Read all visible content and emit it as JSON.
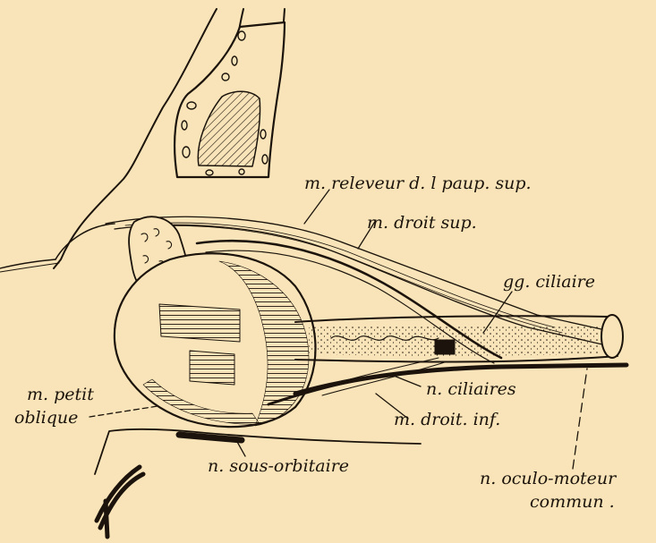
{
  "figure": {
    "background": "#f8e4b8",
    "ink": "#1c140c",
    "labels": {
      "releveur": "m. releveur d. l paup. sup.",
      "droit_sup": "m. droit sup.",
      "ciliaire": "gg. ciliaire",
      "petit_oblique_1": "m. petit",
      "petit_oblique_2": "oblique",
      "ciliaires": "n. ciliaires",
      "droit_inf": "m. droit. inf.",
      "sous_orbitaire": "n. sous-orbitaire",
      "oculo_moteur_1": "n. oculo-moteur",
      "oculo_moteur_2": "commun ."
    }
  }
}
